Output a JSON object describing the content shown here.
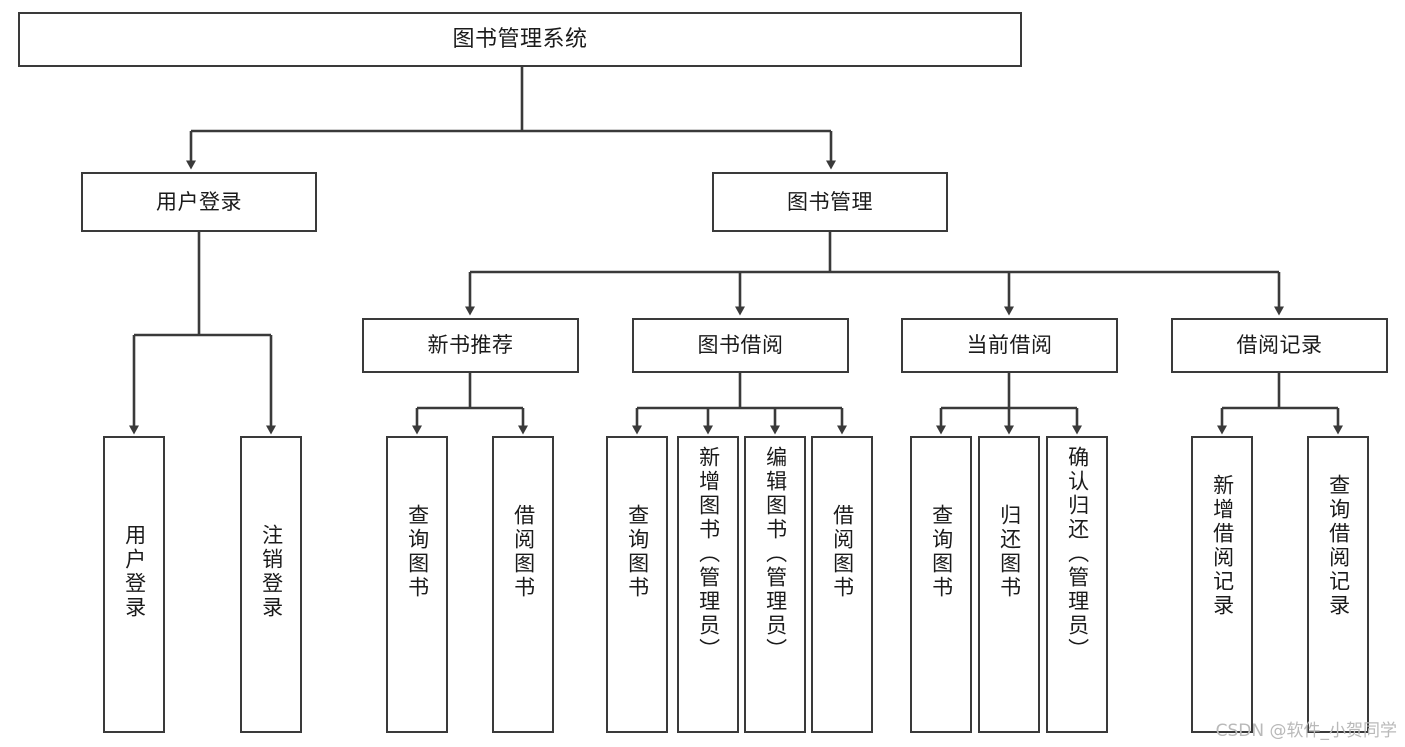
{
  "diagram": {
    "title": "图书管理系统",
    "watermark": "CSDN @软件_小贺同学",
    "line_color": "#3a3a3a",
    "box_fill": "#ffffff",
    "text_color": "#1b1b1b",
    "nodes": {
      "root": "图书管理系统",
      "user_login": "用户登录",
      "book_manage": "图书管理",
      "new_book_rec": "新书推荐",
      "book_borrow": "图书借阅",
      "current_borrow": "当前借阅",
      "borrow_record": "借阅记录",
      "leaf_user_login": "用户登录",
      "leaf_logout": "注销登录",
      "leaf_query_book_1": "查询图书",
      "leaf_borrow_book_1": "借阅图书",
      "leaf_query_book_2": "查询图书",
      "leaf_add_book_admin": "新增图书（管理员）",
      "leaf_edit_book_admin": "编辑图书（管理员）",
      "leaf_borrow_book_2": "借阅图书",
      "leaf_query_book_3": "查询图书",
      "leaf_return_book": "归还图书",
      "leaf_confirm_return_admin": "确认归还（管理员）",
      "leaf_add_record": "新增借阅记录",
      "leaf_query_record": "查询借阅记录"
    },
    "edges": [
      {
        "from": "root",
        "to": "user_login"
      },
      {
        "from": "root",
        "to": "book_manage"
      },
      {
        "from": "user_login",
        "to": "leaf_user_login"
      },
      {
        "from": "user_login",
        "to": "leaf_logout"
      },
      {
        "from": "book_manage",
        "to": "new_book_rec"
      },
      {
        "from": "book_manage",
        "to": "book_borrow"
      },
      {
        "from": "book_manage",
        "to": "current_borrow"
      },
      {
        "from": "book_manage",
        "to": "borrow_record"
      },
      {
        "from": "new_book_rec",
        "to": "leaf_query_book_1"
      },
      {
        "from": "new_book_rec",
        "to": "leaf_borrow_book_1"
      },
      {
        "from": "book_borrow",
        "to": "leaf_query_book_2"
      },
      {
        "from": "book_borrow",
        "to": "leaf_add_book_admin"
      },
      {
        "from": "book_borrow",
        "to": "leaf_edit_book_admin"
      },
      {
        "from": "book_borrow",
        "to": "leaf_borrow_book_2"
      },
      {
        "from": "current_borrow",
        "to": "leaf_query_book_3"
      },
      {
        "from": "current_borrow",
        "to": "leaf_return_book"
      },
      {
        "from": "current_borrow",
        "to": "leaf_confirm_return_admin"
      },
      {
        "from": "borrow_record",
        "to": "leaf_add_record"
      },
      {
        "from": "borrow_record",
        "to": "leaf_query_record"
      }
    ]
  }
}
